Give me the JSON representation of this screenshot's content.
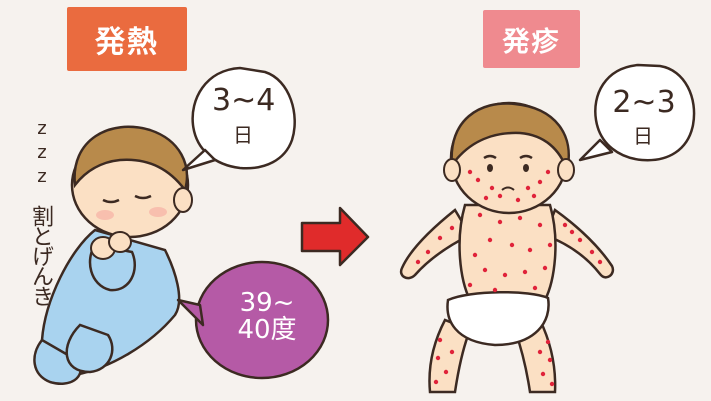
{
  "fever": {
    "label": "発熱",
    "duration_main": "3~4",
    "duration_unit": "日",
    "sleep_sound": [
      "z",
      "z",
      "z"
    ],
    "mood_text": "割とげんき",
    "temperature_line1": "39~",
    "temperature_line2": "40度"
  },
  "rash": {
    "label": "発疹",
    "duration_main": "2~3",
    "duration_unit": "日"
  },
  "colors": {
    "fever_label": "#ea6b3f",
    "rash_label": "#ef8a8f",
    "temperature_bubble": "#b55aa6",
    "arrow": "#e02b2b",
    "rash_dots": "#e0233a",
    "pajamas": "#a9d3ef",
    "skin": "#fbe0c4",
    "hair": "#b88a4b",
    "diaper": "#ffffff"
  }
}
